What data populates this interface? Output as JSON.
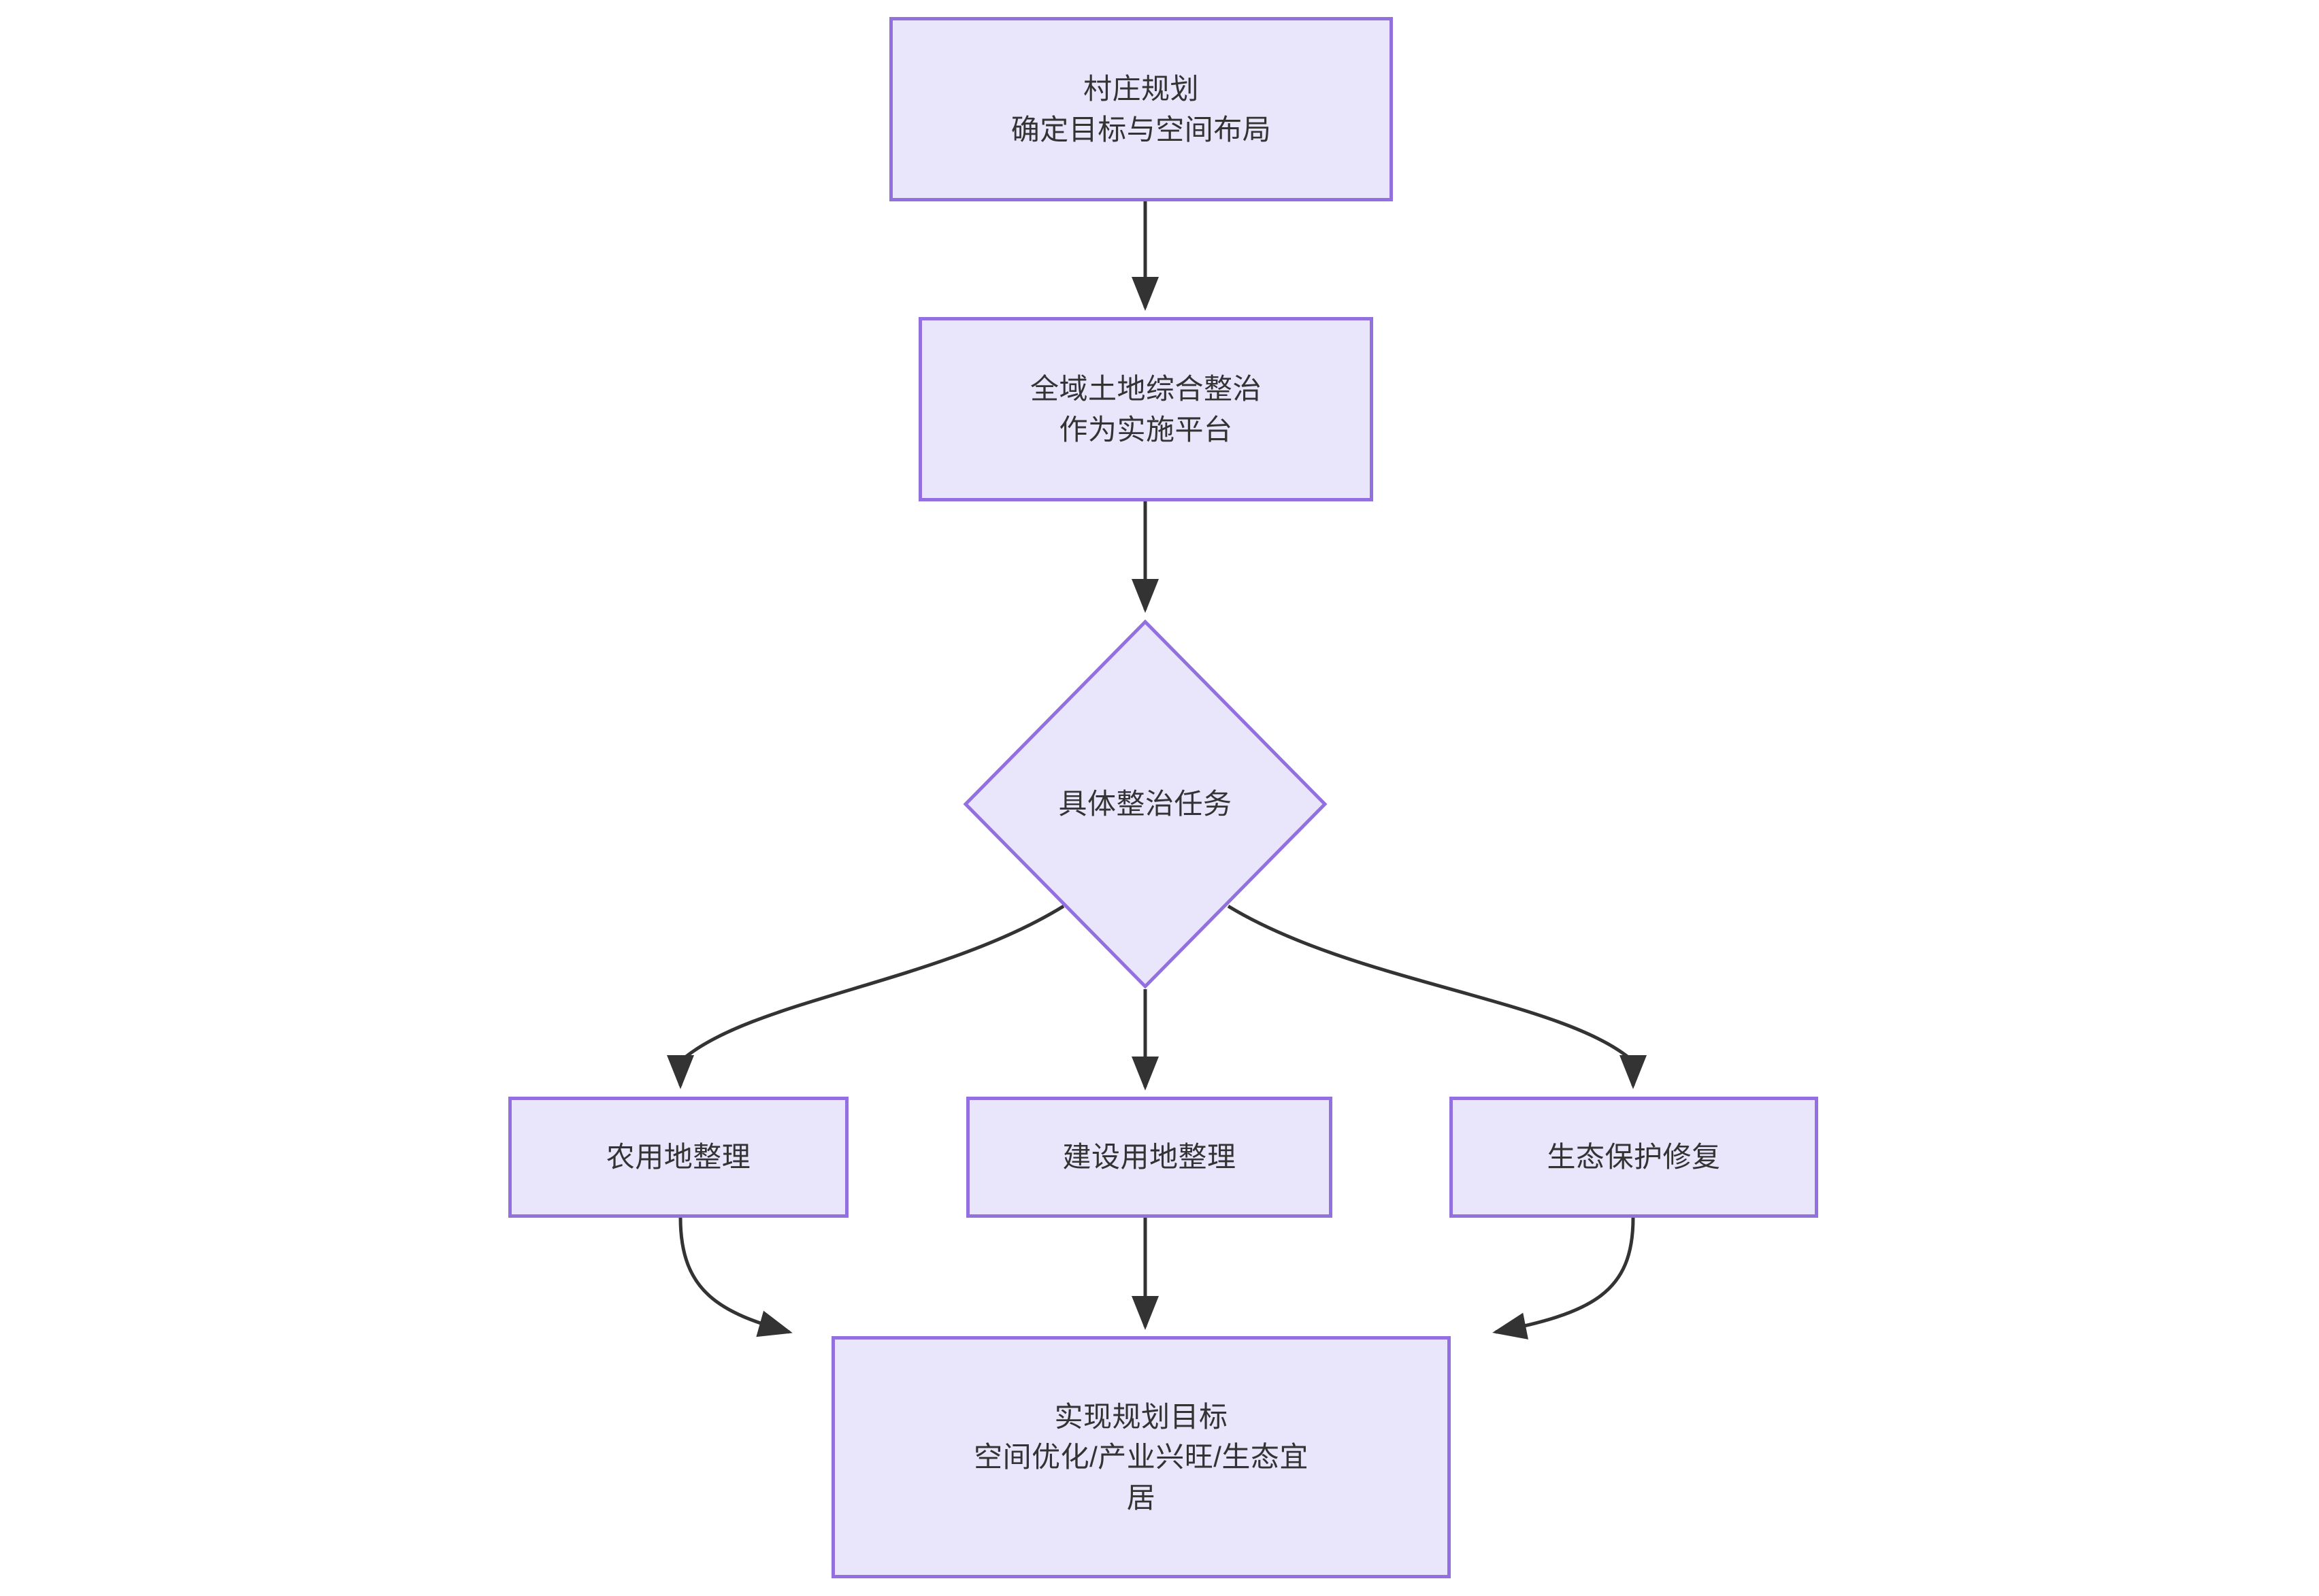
{
  "diagram": {
    "type": "flowchart",
    "direction": "top-down",
    "theme": {
      "node_fill": "#e9e6fb",
      "node_border": "#9370e0",
      "edge_color": "#333333",
      "text_color": "#333333",
      "background": "#ffffff"
    },
    "nodes": [
      {
        "id": "plan",
        "shape": "rectangle",
        "label": "村庄规划\n确定目标与空间布局",
        "lines": [
          "村庄规划",
          "确定目标与空间布局"
        ]
      },
      {
        "id": "platform",
        "shape": "rectangle",
        "label": "全域土地综合整治\n作为实施平台",
        "lines": [
          "全域土地综合整治",
          "作为实施平台"
        ]
      },
      {
        "id": "tasks",
        "shape": "diamond",
        "label": "具体整治任务",
        "lines": [
          "具体整治任务"
        ]
      },
      {
        "id": "farmland",
        "shape": "rectangle",
        "label": "农用地整理",
        "lines": [
          "农用地整理"
        ]
      },
      {
        "id": "construct",
        "shape": "rectangle",
        "label": "建设用地整理",
        "lines": [
          "建设用地整理"
        ]
      },
      {
        "id": "ecology",
        "shape": "rectangle",
        "label": "生态保护修复",
        "lines": [
          "生态保护修复"
        ]
      },
      {
        "id": "goal",
        "shape": "rectangle",
        "label": "实现规划目标\n空间优化/产业兴旺/生态宜\n居",
        "lines": [
          "实现规划目标",
          "空间优化/产业兴旺/生态宜",
          "居"
        ]
      }
    ],
    "edges": [
      {
        "from": "plan",
        "to": "platform",
        "label": "",
        "style": "straight-arrow"
      },
      {
        "from": "platform",
        "to": "tasks",
        "label": "",
        "style": "straight-arrow"
      },
      {
        "from": "tasks",
        "to": "farmland",
        "label": "",
        "style": "curved-arrow"
      },
      {
        "from": "tasks",
        "to": "construct",
        "label": "",
        "style": "straight-arrow"
      },
      {
        "from": "tasks",
        "to": "ecology",
        "label": "",
        "style": "curved-arrow"
      },
      {
        "from": "farmland",
        "to": "goal",
        "label": "",
        "style": "curved-arrow"
      },
      {
        "from": "construct",
        "to": "goal",
        "label": "",
        "style": "straight-arrow"
      },
      {
        "from": "ecology",
        "to": "goal",
        "label": "",
        "style": "curved-arrow"
      }
    ]
  }
}
